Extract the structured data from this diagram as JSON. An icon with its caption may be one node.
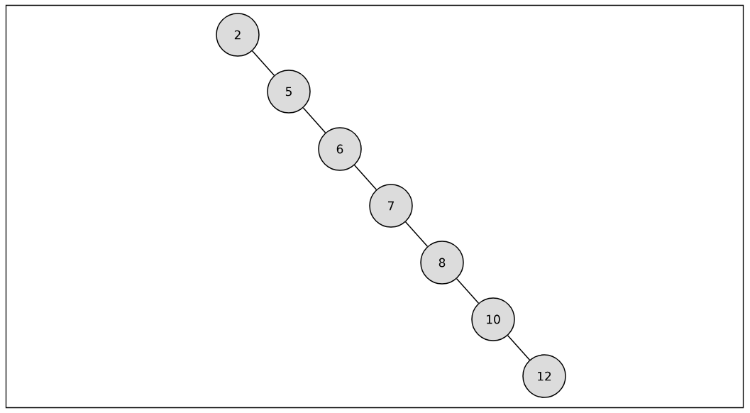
{
  "diagram": {
    "nodes": [
      {
        "text": [
          "2"
        ]
      },
      {
        "text": [
          "5"
        ]
      },
      {
        "text": [
          "6"
        ]
      },
      {
        "text": [
          "7"
        ]
      },
      {
        "text": [
          "8"
        ]
      },
      {
        "text": [
          "10"
        ]
      },
      {
        "text": [
          "12"
        ]
      }
    ],
    "edges": [
      {
        "from": 0,
        "to": 1,
        "arrow": "none"
      },
      {
        "from": 1,
        "to": 2,
        "arrow": "none"
      },
      {
        "from": 2,
        "to": 3,
        "arrow": "none"
      },
      {
        "from": 3,
        "to": 4,
        "arrow": "none"
      },
      {
        "from": 4,
        "to": 5,
        "arrow": "none"
      },
      {
        "from": 5,
        "to": 6,
        "arrow": "none"
      }
    ]
  }
}
